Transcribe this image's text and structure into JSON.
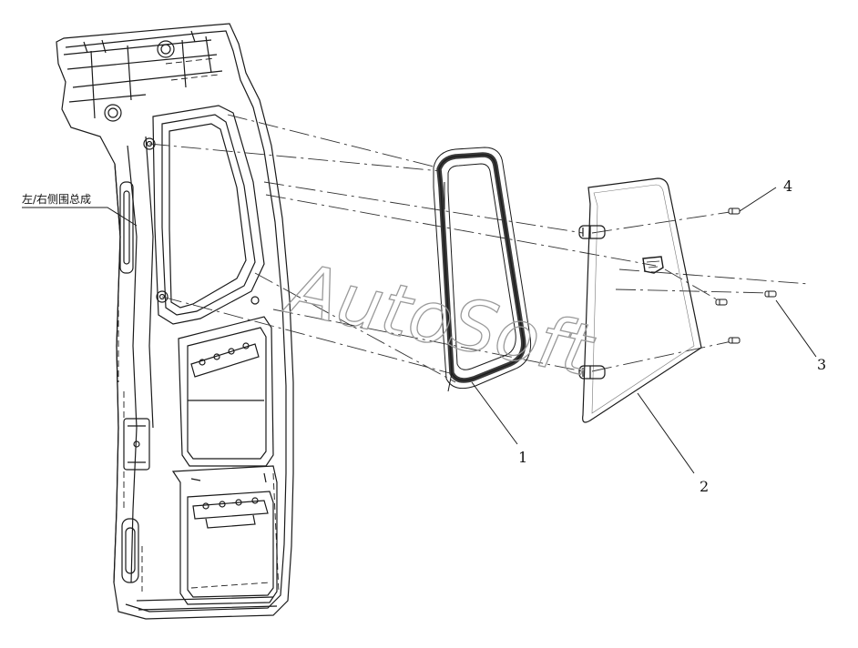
{
  "diagram": {
    "side_panel_label": "左/右侧围总成",
    "watermark": "AutoSoft",
    "callouts": {
      "part1": "1",
      "part2": "2",
      "part3": "3",
      "part4": "4"
    }
  },
  "colors": {
    "line": "#1a1a1a",
    "watermark": "#9a9a9a",
    "background": "#ffffff"
  }
}
